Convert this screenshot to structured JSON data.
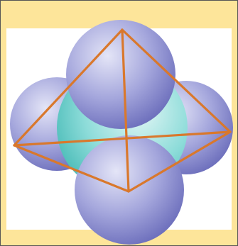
{
  "figure": {
    "colors": {
      "frame_background": "#fde59a",
      "panel_background": "#ffffff",
      "outer_sphere": "#8f91cf",
      "outer_sphere_highlight": "#e4e5f7",
      "central_sphere": "#6fcfcc",
      "central_sphere_highlight": "#e3f6f5",
      "tetrahedron_edge": "#d9782c"
    },
    "spheres": [
      "top",
      "left",
      "right",
      "bottom",
      "center"
    ],
    "tetrahedron_edges": 6
  }
}
